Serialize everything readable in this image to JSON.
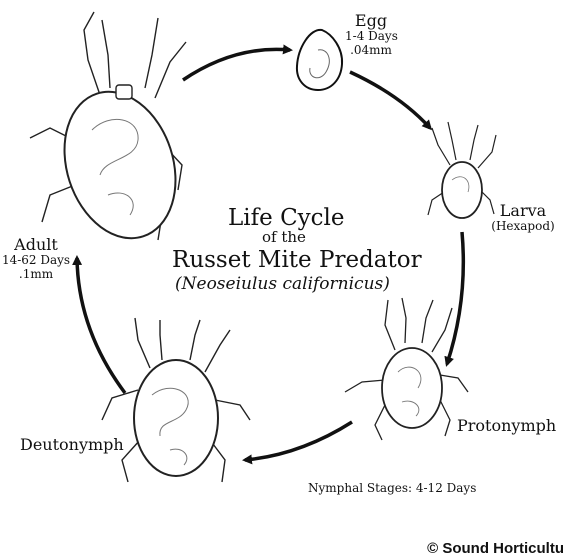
{
  "title": {
    "line1": "Life Cycle",
    "line2": "of the",
    "line3": "Russet Mite Predator",
    "scientific_name": "(Neoseiulus californicus)"
  },
  "stages": {
    "egg": {
      "name": "Egg",
      "duration": "1-4 Days",
      "size": ".04mm"
    },
    "larva": {
      "name": "Larva",
      "note": "(Hexapod)"
    },
    "protonymph": {
      "name": "Protonymph"
    },
    "deutonymph": {
      "name": "Deutonymph"
    },
    "adult": {
      "name": "Adult",
      "duration": "14-62 Days",
      "size": ".1mm"
    }
  },
  "nymphal_stages": "Nymphal Stages: 4-12 Days",
  "credit": "© Sound Horticultu"
}
